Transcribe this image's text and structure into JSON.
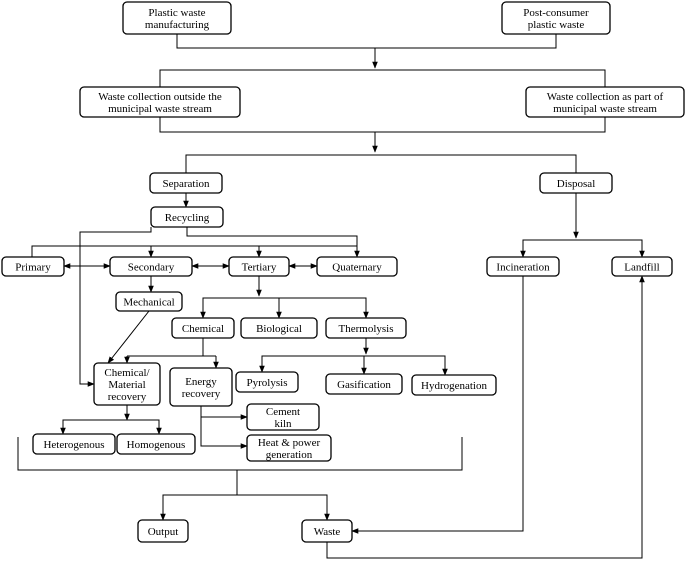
{
  "nodes": {
    "plastic_waste_manufacturing": [
      "Plastic waste",
      "manufacturing"
    ],
    "post_consumer": [
      "Post-consumer",
      "plastic waste"
    ],
    "collection_outside": [
      "Waste collection outside the",
      "municipal waste stream"
    ],
    "collection_part": [
      "Waste collection as part of",
      "municipal waste stream"
    ],
    "separation": [
      "Separation"
    ],
    "disposal": [
      "Disposal"
    ],
    "recycling": [
      "Recycling"
    ],
    "primary": [
      "Primary"
    ],
    "secondary": [
      "Secondary"
    ],
    "tertiary": [
      "Tertiary"
    ],
    "quaternary": [
      "Quaternary"
    ],
    "incineration": [
      "Incineration"
    ],
    "landfill": [
      "Landfill"
    ],
    "mechanical": [
      "Mechanical"
    ],
    "chemical": [
      "Chemical"
    ],
    "biological": [
      "Biological"
    ],
    "thermolysis": [
      "Thermolysis"
    ],
    "chemical_material_recovery": [
      "Chemical/",
      "Material",
      "recovery"
    ],
    "energy_recovery": [
      "Energy",
      "recovery"
    ],
    "pyrolysis": [
      "Pyrolysis"
    ],
    "gasification": [
      "Gasification"
    ],
    "hydrogenation": [
      "Hydrogenation"
    ],
    "cement_kiln": [
      "Cement",
      "kiln"
    ],
    "heat_power": [
      "Heat & power",
      "generation"
    ],
    "heterogenous": [
      "Heterogenous"
    ],
    "homogenous": [
      "Homogenous"
    ],
    "output": [
      "Output"
    ],
    "waste": [
      "Waste"
    ]
  }
}
